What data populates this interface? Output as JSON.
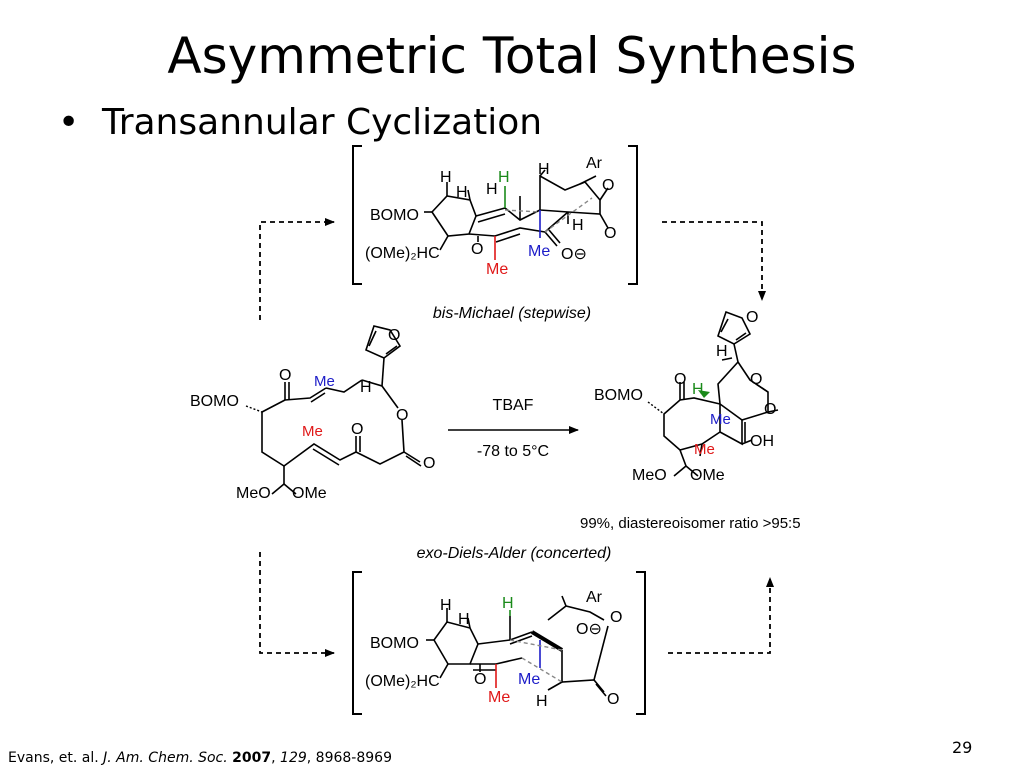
{
  "slide": {
    "title": "Asymmetric Total Synthesis",
    "bullet": "Transannular Cyclization",
    "page_number": "29"
  },
  "colors": {
    "green": "#1a8a1a",
    "red": "#e01818",
    "blue": "#1c1cc8"
  },
  "scheme": {
    "top_intermediate": {
      "caption": "bis-Michael (stepwise)",
      "labels": {
        "h1": "H",
        "h2": "H",
        "h3": "H",
        "h_green": "H",
        "h5": "H",
        "h6": "H",
        "ar": "Ar",
        "o_ring": "O",
        "o_carbonyl": "O",
        "bomo": "BOMO",
        "ome2hc": "(OMe)₂HC",
        "o_ketone": "O",
        "me_red": "Me",
        "me_blue": "Me",
        "o_minus": "O⊖"
      }
    },
    "bottom_intermediate": {
      "caption": "exo-Diels-Alder (concerted)",
      "labels": {
        "h1": "H",
        "h2": "H",
        "h_green": "H",
        "ar": "Ar",
        "o_ring": "O",
        "o_minus": "O⊖",
        "bomo": "BOMO",
        "ome2hc": "(OMe)₂HC",
        "o_ketone": "O",
        "me_red": "Me",
        "me_blue": "Me",
        "h_bottom": "H",
        "o_carbonyl": "O"
      }
    },
    "starting_material": {
      "labels": {
        "o_furan": "O",
        "o_ketone1": "O",
        "me_blue": "Me",
        "h": "H",
        "bomo": "BOMO",
        "o_lactone": "O",
        "me_red": "Me",
        "o_ketone2": "O",
        "o_carbonyl": "O",
        "meo": "MeO",
        "ome": "OMe"
      }
    },
    "reaction": {
      "reagent": "TBAF",
      "conditions": "-78 to 5°C"
    },
    "product": {
      "labels": {
        "o_furan": "O",
        "h": "H",
        "o_ketone": "O",
        "h_green": "H",
        "o_lactone": "O",
        "bomo": "BOMO",
        "o_carbonyl": "O",
        "me_blue": "Me",
        "me_red": "Me",
        "oh": "OH",
        "meo": "MeO",
        "ome": "OMe"
      },
      "yield": "99%, diastereoisomer ratio >95:5"
    }
  },
  "reference": {
    "authors": "Evans, et. al. ",
    "journal": "J. Am. Chem. Soc.",
    "year": "2007",
    "volume": "129",
    "pages": "8968-8969"
  }
}
